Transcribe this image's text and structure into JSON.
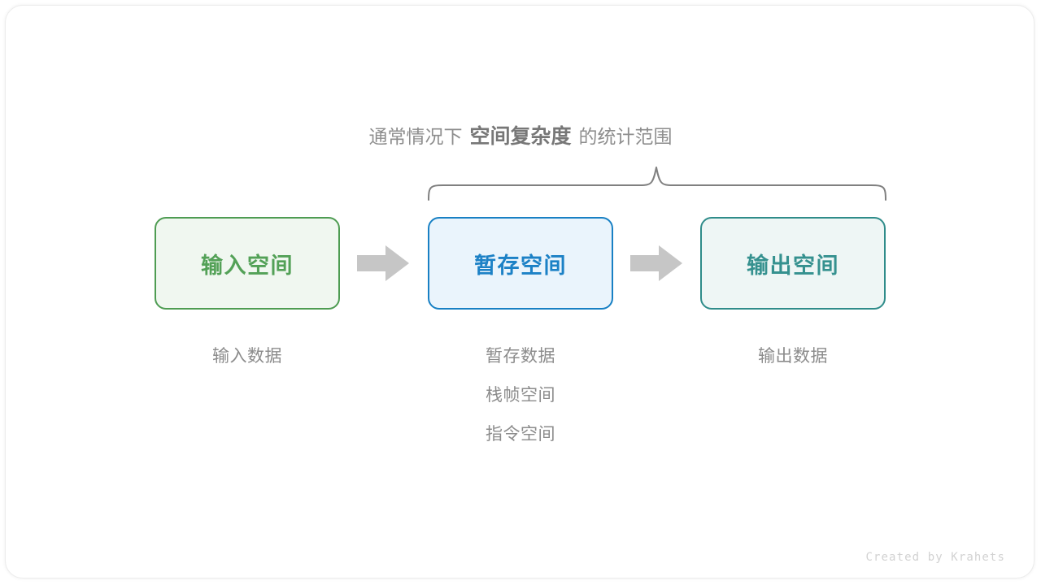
{
  "heading": {
    "lead": "通常情况下",
    "strong": "空间复杂度",
    "tail": "的统计范围"
  },
  "boxes": [
    {
      "id": "input",
      "label": "输入空间",
      "color": "#53a157",
      "border": "#4e9c52",
      "fill": "#f0f7f0"
    },
    {
      "id": "temp",
      "label": "暂存空间",
      "color": "#1c81c6",
      "border": "#1880c4",
      "fill": "#eaf4fc"
    },
    {
      "id": "output",
      "label": "输出空间",
      "color": "#35918f",
      "border": "#2f8c8a",
      "fill": "#eef6f5"
    }
  ],
  "arrows": [
    {
      "id": "arrow-1",
      "name": "arrow-input-to-temp"
    },
    {
      "id": "arrow-2",
      "name": "arrow-temp-to-output"
    }
  ],
  "captions": {
    "input": [
      "输入数据"
    ],
    "temp": [
      "暂存数据",
      "栈帧空间",
      "指令空间"
    ],
    "output": [
      "输出数据"
    ]
  },
  "brace": {
    "name": "curly-brace",
    "stroke": "#808080"
  },
  "signature": "Created by Krahets",
  "palette": {
    "page_background": "#ffffff",
    "card_border": "#ececec",
    "text_gray": "#8c8c8c",
    "arrow_gray": "#c6c6c6",
    "signature_gray": "#d2d2d2"
  }
}
